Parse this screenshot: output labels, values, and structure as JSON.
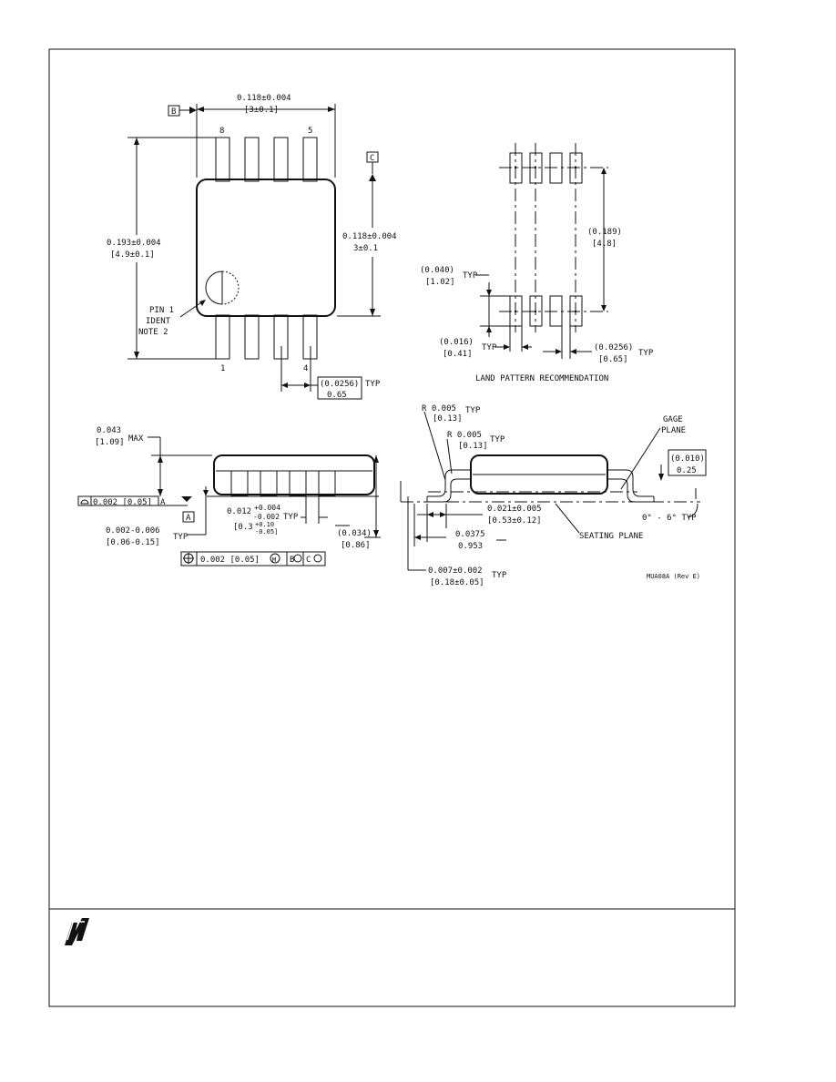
{
  "top_view": {
    "width_dim": "0.118±0.004",
    "width_dim_mm": "[3±0.1]",
    "datum_b": "B",
    "datum_c": "C",
    "pin_8": "8",
    "pin_5": "5",
    "pin_1": "1",
    "pin_4": "4",
    "length_dim": "0.193±0.004",
    "length_dim_mm": "[4.9±0.1]",
    "height_dim": "0.118±0.004",
    "height_dim_mm": "3±0.1",
    "pin1_line1": "PIN 1",
    "pin1_line2": "IDENT",
    "pin1_line3": "NOTE 2",
    "pitch_dim": "(0.0256)",
    "pitch_dim_mm": "0.65",
    "pitch_typ": "TYP"
  },
  "land_pattern": {
    "span_dim": "(0.189)",
    "span_dim_mm": "[4.8]",
    "pad_len": "(0.040)",
    "pad_len_mm": "[1.02]",
    "pad_len_typ": "TYP",
    "pad_w": "(0.016)",
    "pad_w_mm": "[0.41]",
    "pad_w_typ": "TYP",
    "pitch": "(0.0256)",
    "pitch_mm": "[0.65]",
    "pitch_typ": "TYP",
    "caption": "LAND PATTERN RECOMMENDATION"
  },
  "side_view": {
    "max_h": "0.043",
    "max_h_mm": "[1.09]",
    "max_label": "MAX",
    "flatness": "0.002 [0.05]",
    "flatness_datum": "A",
    "datum_a": "A",
    "standoff": "0.002-0.006",
    "standoff_mm": "[0.06-0.15]",
    "standoff_typ": "TYP",
    "lead_w": "0.012",
    "lead_w_tol": "+0.004",
    "lead_w_tol2": "-0.002",
    "lead_w_typ": "TYP",
    "lead_w_mm": "[0.3",
    "lead_w_mm_tol": "+0.10",
    "lead_w_mm_tol2": "-0.05]",
    "body_h": "(0.034)",
    "body_h_mm": "[0.86]",
    "pos_tol": "0.002 [0.05]",
    "pos_mod": "M",
    "pos_datum_b": "B",
    "pos_datum_c": "C"
  },
  "lead_detail": {
    "r1": "R 0.005",
    "r1_mm": "[0.13]",
    "r1_typ": "TYP",
    "r2": "R 0.005",
    "r2_mm": "[0.13]",
    "r2_typ": "TYP",
    "gage_1": "GAGE",
    "gage_2": "PLANE",
    "gage_dim": "(0.010)",
    "gage_dim_mm": "0.25",
    "foot": "0.021±0.005",
    "foot_mm": "[0.53±0.12]",
    "seating": "SEATING PLANE",
    "foot2": "0.0375",
    "foot2_mm": "0.953",
    "angle": "0° - 6° TYP",
    "thick": "0.007±0.002",
    "thick_mm": "[0.18±0.05]",
    "thick_typ": "TYP",
    "ref_code": "MUA08A (Rev E)"
  },
  "logo_name": "national-semiconductor-logo"
}
